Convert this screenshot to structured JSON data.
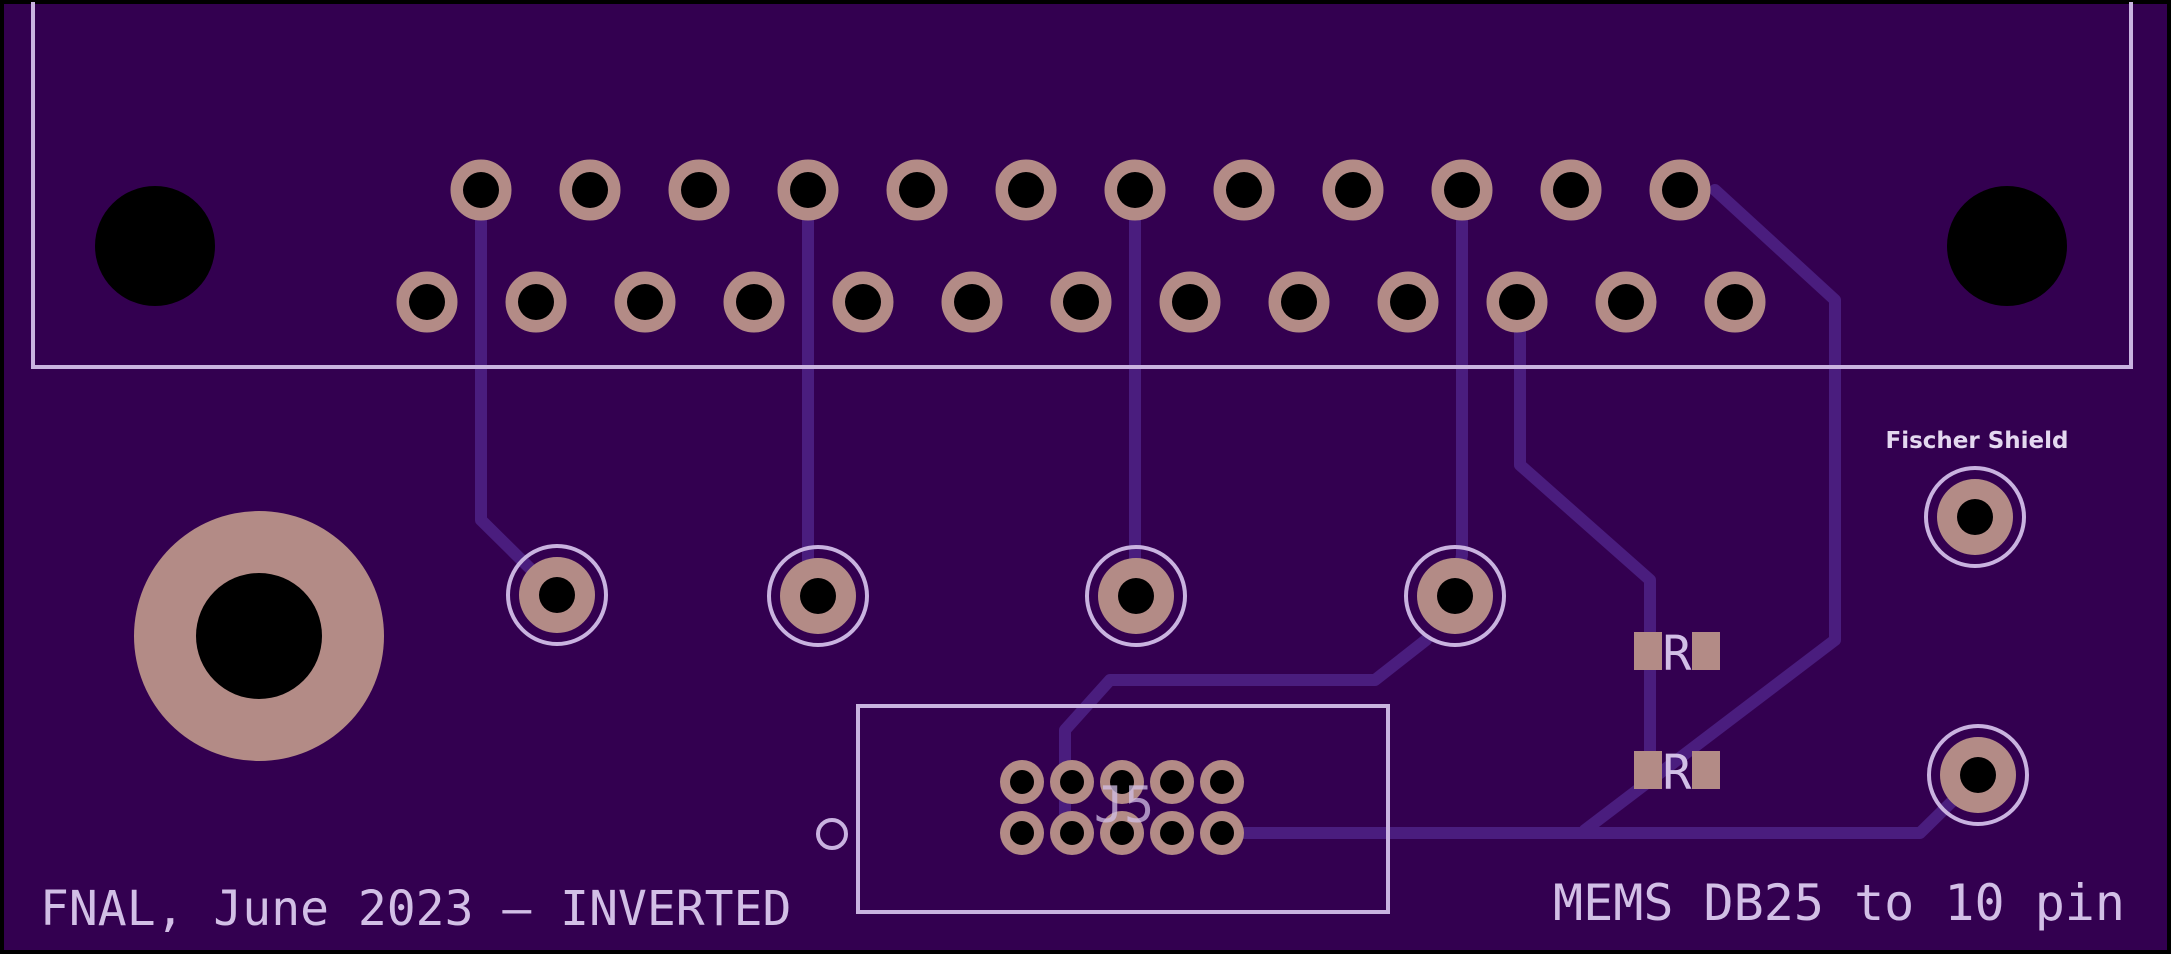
{
  "colors": {
    "board": "#330050",
    "trace": "#4a1d7e",
    "copper": "#b38b86",
    "drill": "#000000",
    "silkscreen": "#c9b3e0"
  },
  "labels": {
    "bottom_left": "FNAL, June 2023 — INVERTED",
    "bottom_right": "MEMS DB25 to 10 pin",
    "fischer_shield": "Fischer Shield",
    "r_top": "R",
    "r_bottom": "R",
    "j_designator": "J5"
  }
}
